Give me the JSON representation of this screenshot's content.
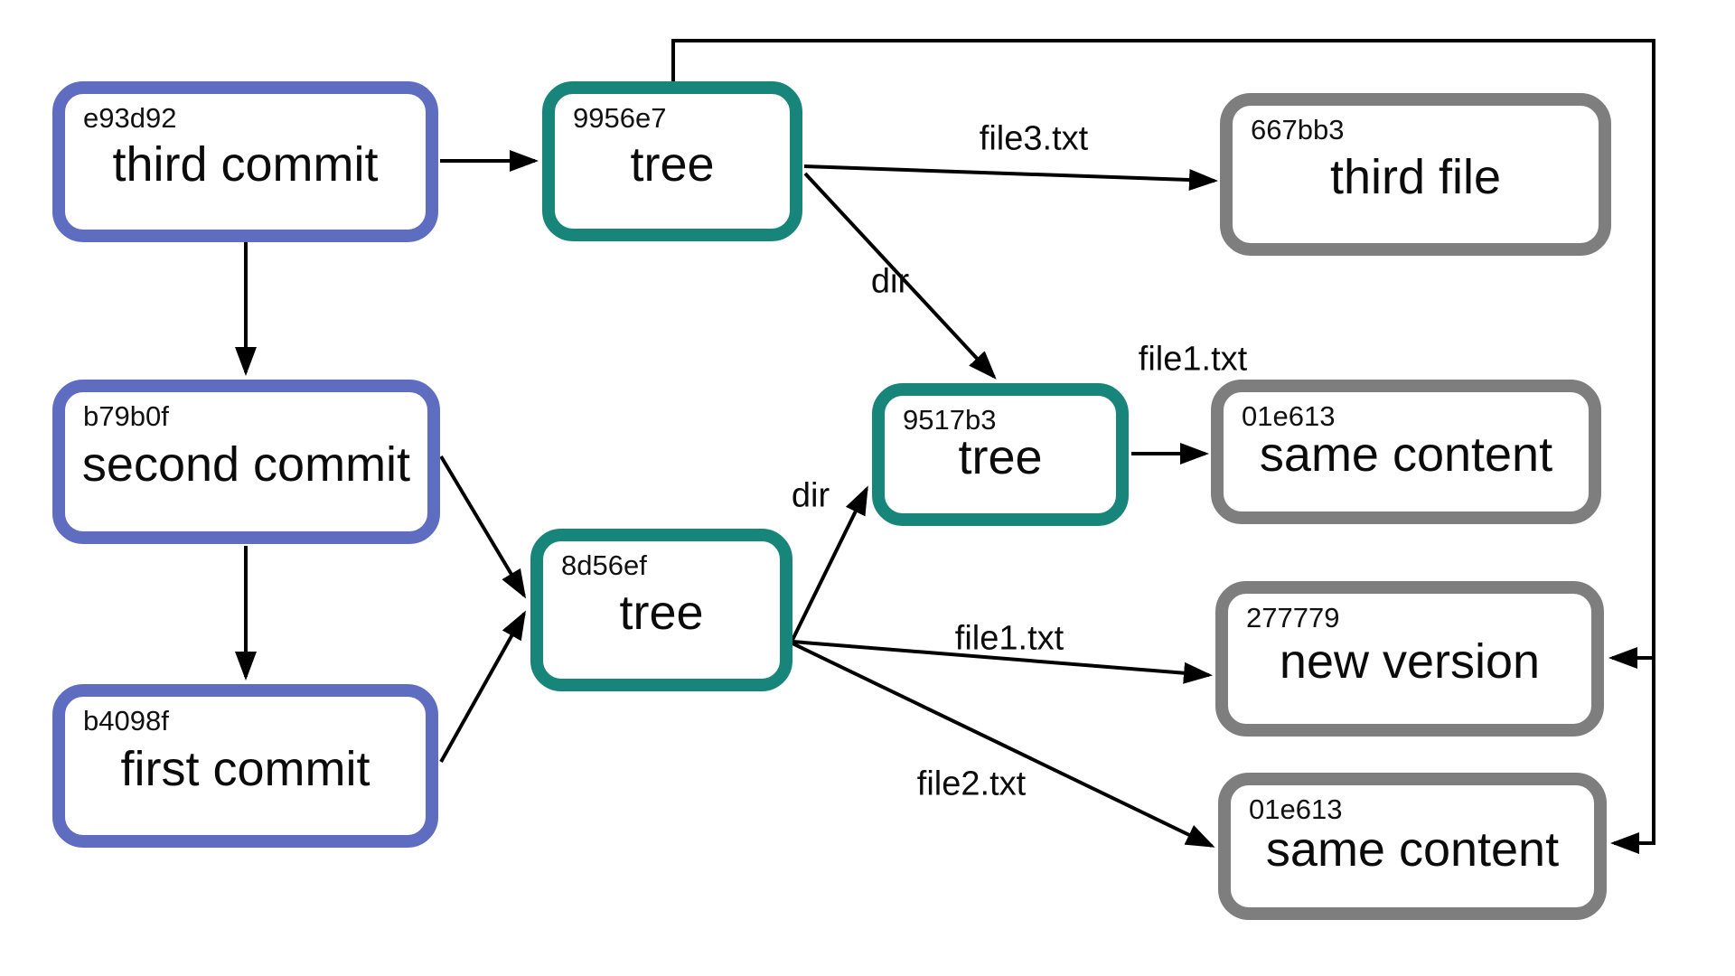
{
  "diagram": {
    "nodes": {
      "third_commit": {
        "hash": "e93d92",
        "label": "third commit"
      },
      "second_commit": {
        "hash": "b79b0f",
        "label": "second commit"
      },
      "first_commit": {
        "hash": "b4098f",
        "label": "first commit"
      },
      "tree_top": {
        "hash": "9956e7",
        "label": "tree"
      },
      "tree_mid": {
        "hash": "9517b3",
        "label": "tree"
      },
      "tree_bottom": {
        "hash": "8d56ef",
        "label": "tree"
      },
      "blob_third_file": {
        "hash": "667bb3",
        "label": "third file"
      },
      "blob_same_content_top": {
        "hash": "01e613",
        "label": "same content"
      },
      "blob_new_version": {
        "hash": "277779",
        "label": "new version"
      },
      "blob_same_content_bottom": {
        "hash": "01e613",
        "label": "same content"
      }
    },
    "edge_labels": {
      "file3": "file3.txt",
      "dir_top": "dir",
      "file1_top": "file1.txt",
      "dir_bottom": "dir",
      "file1_bottom": "file1.txt",
      "file2": "file2.txt"
    },
    "colors": {
      "commit_border": "#5e6dc0",
      "tree_border": "#17857a",
      "blob_border": "#7e7e7e",
      "arrow": "#000000",
      "background": "#ffffff"
    }
  }
}
